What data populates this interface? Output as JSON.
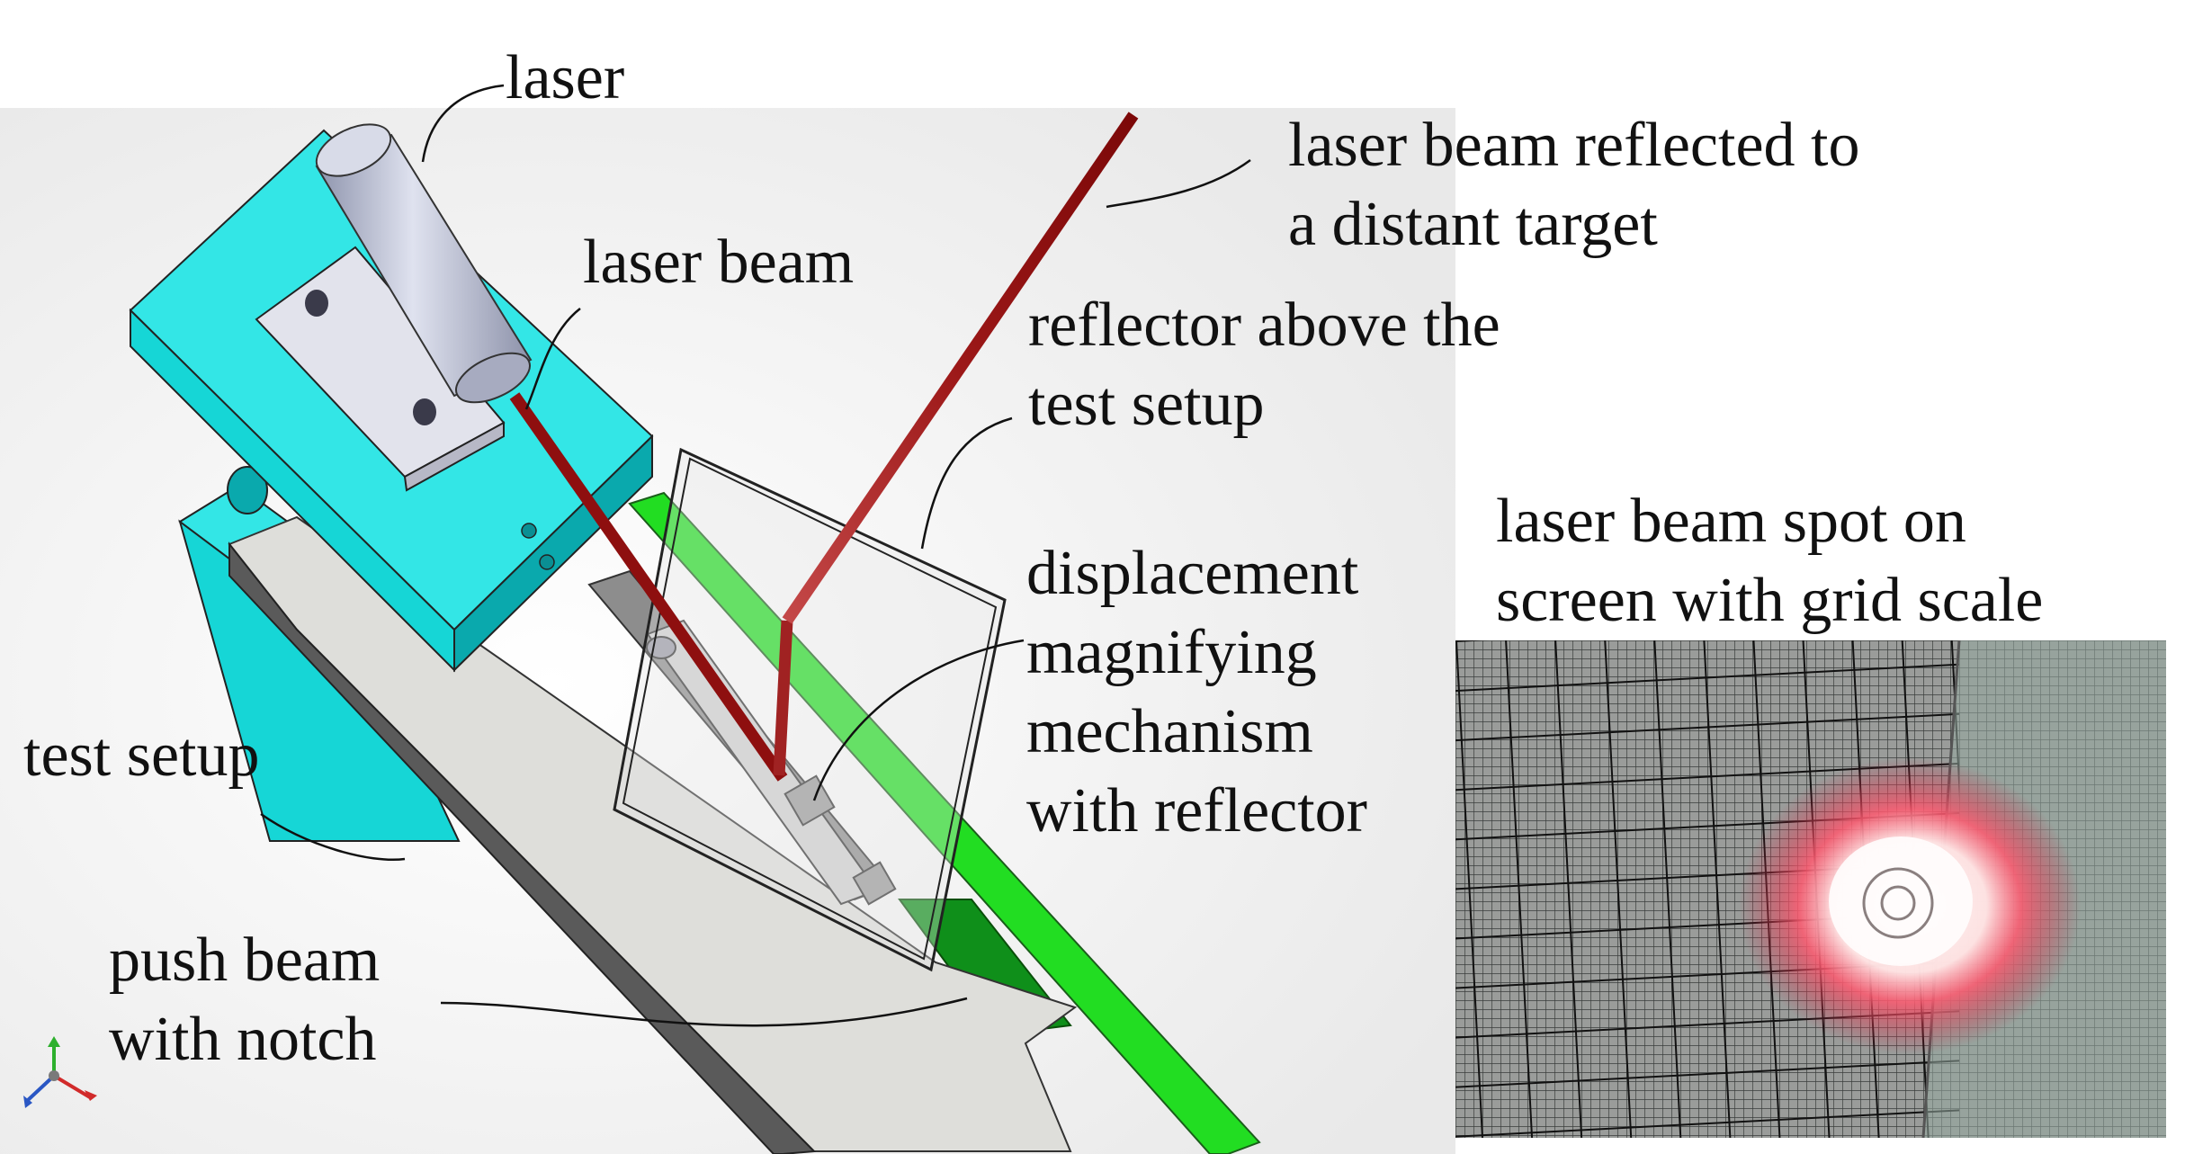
{
  "labels": {
    "laser": "laser",
    "laser_beam": "laser beam",
    "reflected_line1": "laser beam reflected to",
    "reflected_line2": "a distant target",
    "reflector_line1": "reflector above the",
    "reflector_line2": "test setup",
    "spot_line1": "laser beam spot on",
    "spot_line2": "screen with grid scale",
    "mechanism_line1": "displacement",
    "mechanism_line2": "magnifying",
    "mechanism_line3": "mechanism",
    "mechanism_line4": "with reflector",
    "test_setup": "test setup",
    "push_line1": "push beam",
    "push_line2": "with notch"
  },
  "colors": {
    "block": "#16d6d6",
    "block_top": "#33e6e6",
    "block_side": "#0aa9ad",
    "beam_green": "#22dd22",
    "beam_green_dark": "#0f8f1a",
    "laser_beam": "#8e0f0f",
    "push_beam": "#dededa",
    "push_beam_edge": "#5a5a5a"
  },
  "icons": {
    "axis_triad": "axis-triad-icon"
  }
}
